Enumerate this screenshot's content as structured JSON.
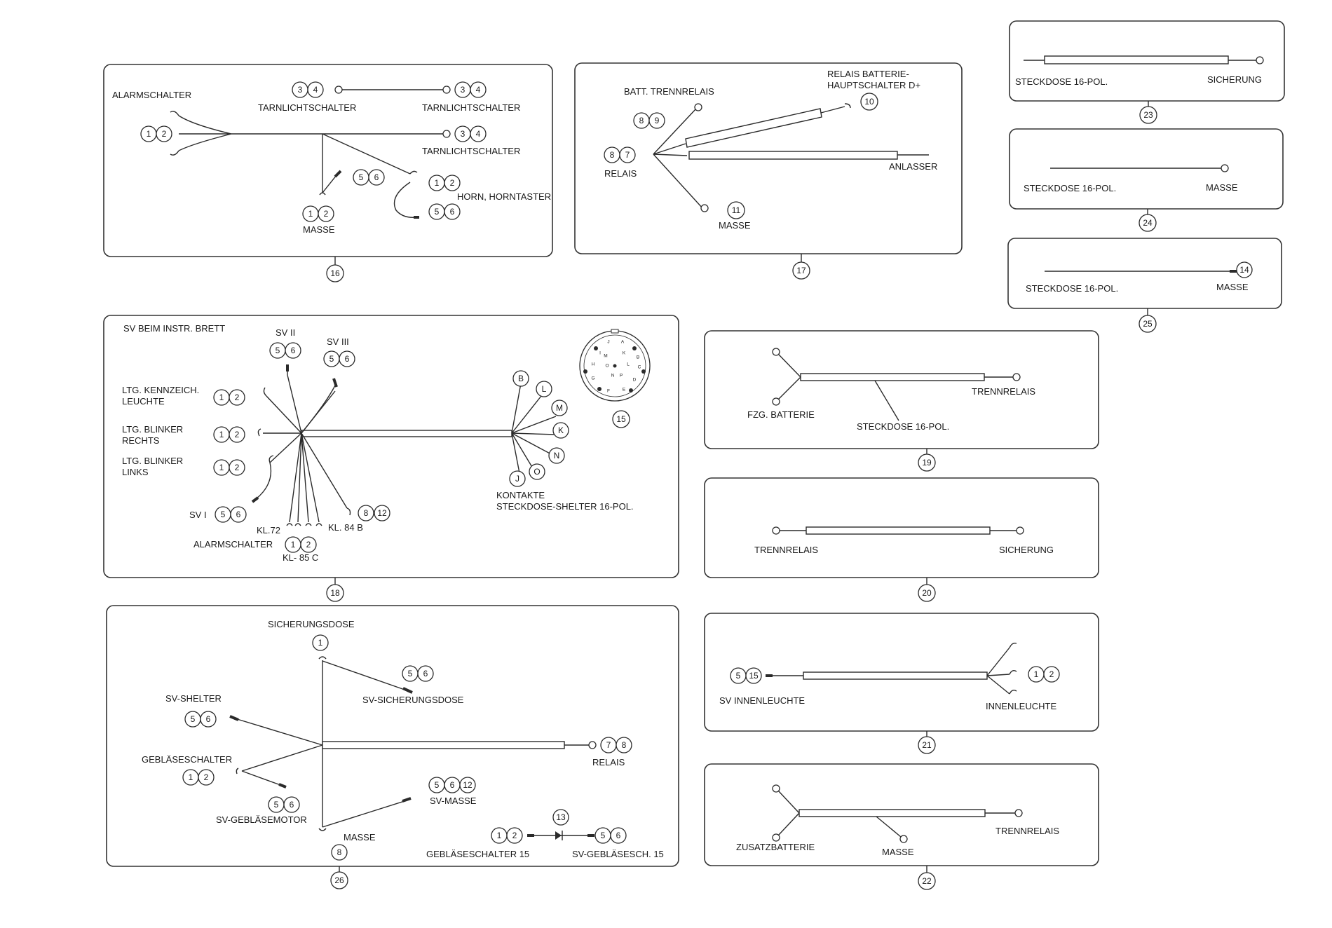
{
  "colors": {
    "line": "#2a2a2a",
    "panel_border": "#333333",
    "background": "#ffffff"
  },
  "panels": {
    "p16": {
      "number": "16",
      "labels": {
        "alarmschalter": "ALARMSCHALTER",
        "tarn1": "TARNLICHTSCHALTER",
        "tarn2": "TARNLICHTSCHALTER",
        "tarn3": "TARNLICHTSCHALTER",
        "masse": "MASSE",
        "horn": "HORN, HORNTASTER"
      },
      "circles": {
        "a1": "1",
        "a2": "2",
        "t1": "3",
        "t2": "4",
        "t3": "3",
        "t4": "4",
        "t5": "3",
        "t6": "4",
        "m1": "5",
        "m2": "6",
        "m3": "1",
        "m4": "2",
        "h1": "1",
        "h2": "2",
        "h3": "5",
        "h4": "6"
      }
    },
    "p17": {
      "number": "17",
      "labels": {
        "batt": "BATT. TRENNRELAIS",
        "relais_batt": "RELAIS BATTERIE-",
        "hauptschalter": "HAUPTSCHALTER D+",
        "relais": "RELAIS",
        "anlasser": "ANLASSER",
        "masse": "MASSE"
      },
      "circles": {
        "b1": "8",
        "b2": "9",
        "r1": "8",
        "r2": "7",
        "h1": "10",
        "m1": "11"
      }
    },
    "p18": {
      "number": "18",
      "labels": {
        "sv_beim": "SV BEIM INSTR. BRETT",
        "sv2": "SV II",
        "sv3": "SV III",
        "ltg_kenn1": "LTG. KENNZEICH.",
        "ltg_kenn2": "LEUCHTE",
        "ltg_blink_r1": "LTG. BLINKER",
        "ltg_blink_r2": "RECHTS",
        "ltg_blink_l1": "LTG. BLINKER",
        "ltg_blink_l2": "LINKS",
        "sv1": "SV I",
        "kl72": "KL.72",
        "kl84b": "KL. 84 B",
        "alarmschalter": "ALARMSCHALTER",
        "kl85c": "KL- 85 C",
        "kontakte1": "KONTAKTE",
        "kontakte2": "STECKDOSE-SHELTER 16-POL."
      },
      "circles": {
        "s2a": "5",
        "s2b": "6",
        "s3a": "5",
        "s3b": "6",
        "k1": "1",
        "k2": "2",
        "r1": "1",
        "r2": "2",
        "l1": "1",
        "l2": "2",
        "sv1a": "5",
        "sv1b": "6",
        "kl84a": "8",
        "kl84b": "12",
        "al1": "1",
        "al2": "2",
        "cB": "B",
        "cL": "L",
        "cM": "M",
        "cK": "K",
        "cN": "N",
        "cO": "O",
        "cJ": "J"
      }
    },
    "p15": {
      "number": "15",
      "pins": [
        "J",
        "A",
        "B",
        "H",
        "G",
        "K",
        "L",
        "C",
        "D",
        "E",
        "F",
        "M",
        "N",
        "O",
        "P",
        "I"
      ]
    },
    "p19": {
      "number": "19",
      "labels": {
        "fzg": "FZG. BATTERIE",
        "steckdose": "STECKDOSE 16-POL.",
        "trennrelais": "TRENNRELAIS"
      }
    },
    "p20": {
      "number": "20",
      "labels": {
        "trennrelais": "TRENNRELAIS",
        "sicherung": "SICHERUNG"
      }
    },
    "p21": {
      "number": "21",
      "labels": {
        "sv_innen": "SV INNENLEUCHTE",
        "innen": "INNENLEUCHTE"
      },
      "circles": {
        "s1": "5",
        "s2": "15",
        "i1": "1",
        "i2": "2"
      }
    },
    "p22": {
      "number": "22",
      "labels": {
        "zusatz": "ZUSATZBATTERIE",
        "masse": "MASSE",
        "trennrelais": "TRENNRELAIS"
      }
    },
    "p23": {
      "number": "23",
      "labels": {
        "steckdose": "STECKDOSE 16-POL.",
        "sicherung": "SICHERUNG"
      }
    },
    "p24": {
      "number": "24",
      "labels": {
        "steckdose": "STECKDOSE 16-POL.",
        "masse": "MASSE"
      }
    },
    "p25": {
      "number": "25",
      "labels": {
        "steckdose": "STECKDOSE 16-POL.",
        "masse": "MASSE"
      },
      "circles": {
        "m1": "14"
      }
    },
    "p26": {
      "number": "26",
      "labels": {
        "sicherungsdose": "SICHERUNGSDOSE",
        "sv_sicherungsdose": "SV-SICHERUNGSDOSE",
        "sv_shelter": "SV-SHELTER",
        "geblaeseschalter": "GEBLÄSESCHALTER",
        "sv_geblaesemotor": "SV-GEBLÄSEMOTOR",
        "relais": "RELAIS",
        "sv_masse": "SV-MASSE",
        "masse": "MASSE",
        "geblaeseschalter15": "GEBLÄSESCHALTER 15",
        "sv_geblaesesch15": "SV-GEBLÄSESCH. 15"
      },
      "circles": {
        "sd1": "1",
        "svs1": "5",
        "svs2": "6",
        "svsh1": "5",
        "svsh2": "6",
        "gs1": "1",
        "gs2": "2",
        "gm1": "5",
        "gm2": "6",
        "rel1": "7",
        "rel2": "8",
        "svm1": "5",
        "svm2": "6",
        "svm3": "12",
        "d13": "13",
        "gs15a": "1",
        "gs15b": "2",
        "svg15a": "5",
        "svg15b": "6",
        "ma1": "8"
      }
    }
  }
}
